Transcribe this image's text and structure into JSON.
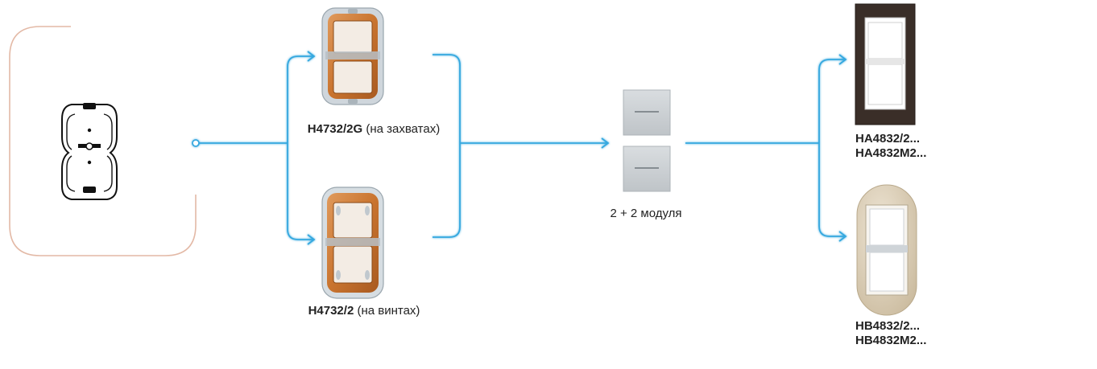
{
  "frames": {
    "claws": {
      "code": "H4732/2G",
      "note": "(на захватах)"
    },
    "screws": {
      "code": "H4732/2",
      "note": "(на винтах)"
    }
  },
  "modules": {
    "label": "2 + 2 модуля"
  },
  "cover_plates": {
    "rectangular": {
      "codes": [
        "HA4832/2...",
        "HA4832M2..."
      ]
    },
    "oval": {
      "codes": [
        "HB4832/2...",
        "HB4832M2..."
      ]
    }
  },
  "colors": {
    "connector": "#35a8df",
    "outline": "#e3b9a6",
    "frame_copper": "#c9742f",
    "dark_plate": "#3a2e28",
    "oval_plate": "#d8cbb4",
    "module_grey": "#c8ccd0"
  }
}
